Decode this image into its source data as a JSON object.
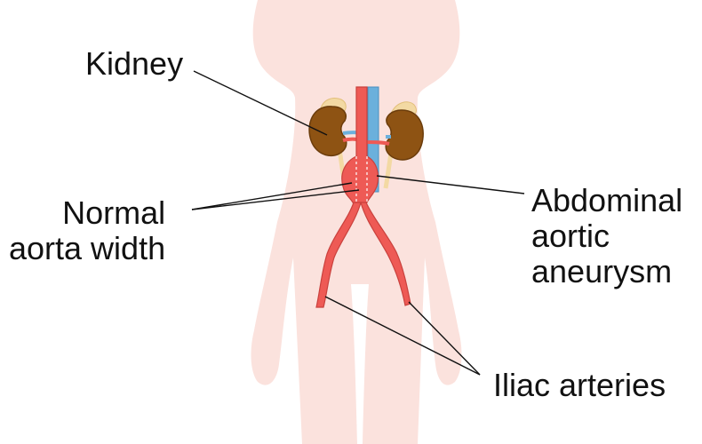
{
  "labels": {
    "kidney": "Kidney",
    "normal_aorta": {
      "line1": "Normal",
      "line2": "aorta width"
    },
    "aneurysm": {
      "line1": "Abdominal",
      "line2": "aortic",
      "line3": "aneurysm"
    },
    "iliac": "Iliac arteries"
  },
  "colors": {
    "body_silhouette": "#fbe2dd",
    "artery": "#ee5a55",
    "artery_dark": "#c9413d",
    "vein": "#6bb0dc",
    "kidney": "#8e5313",
    "kidney_dark": "#6b3c0b",
    "adrenal": "#f3d9a3",
    "leader_line": "#111111"
  }
}
